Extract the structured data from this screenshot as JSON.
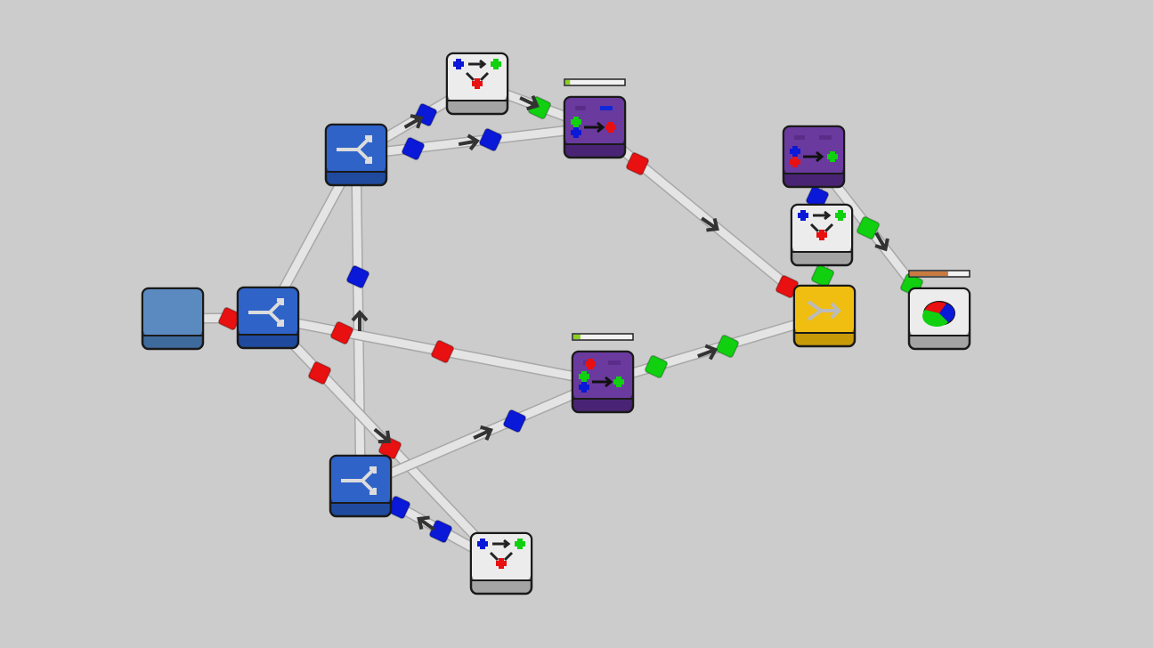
{
  "colors": {
    "background": "#cccccc",
    "source": "#5a8ac0",
    "splitter": "#2f63c8",
    "converter": "#ececec",
    "processor": "#6a3a9e",
    "merger": "#f0be10",
    "sink": "#ececec",
    "packet_red": "#e81010",
    "packet_green": "#10d010",
    "packet_blue": "#0a18d8",
    "edge": "#e4e4e4",
    "arrow": "#333333"
  },
  "progress": {
    "processor_top": 0.08,
    "processor_middle": 0.12,
    "sink": 0.65
  }
}
